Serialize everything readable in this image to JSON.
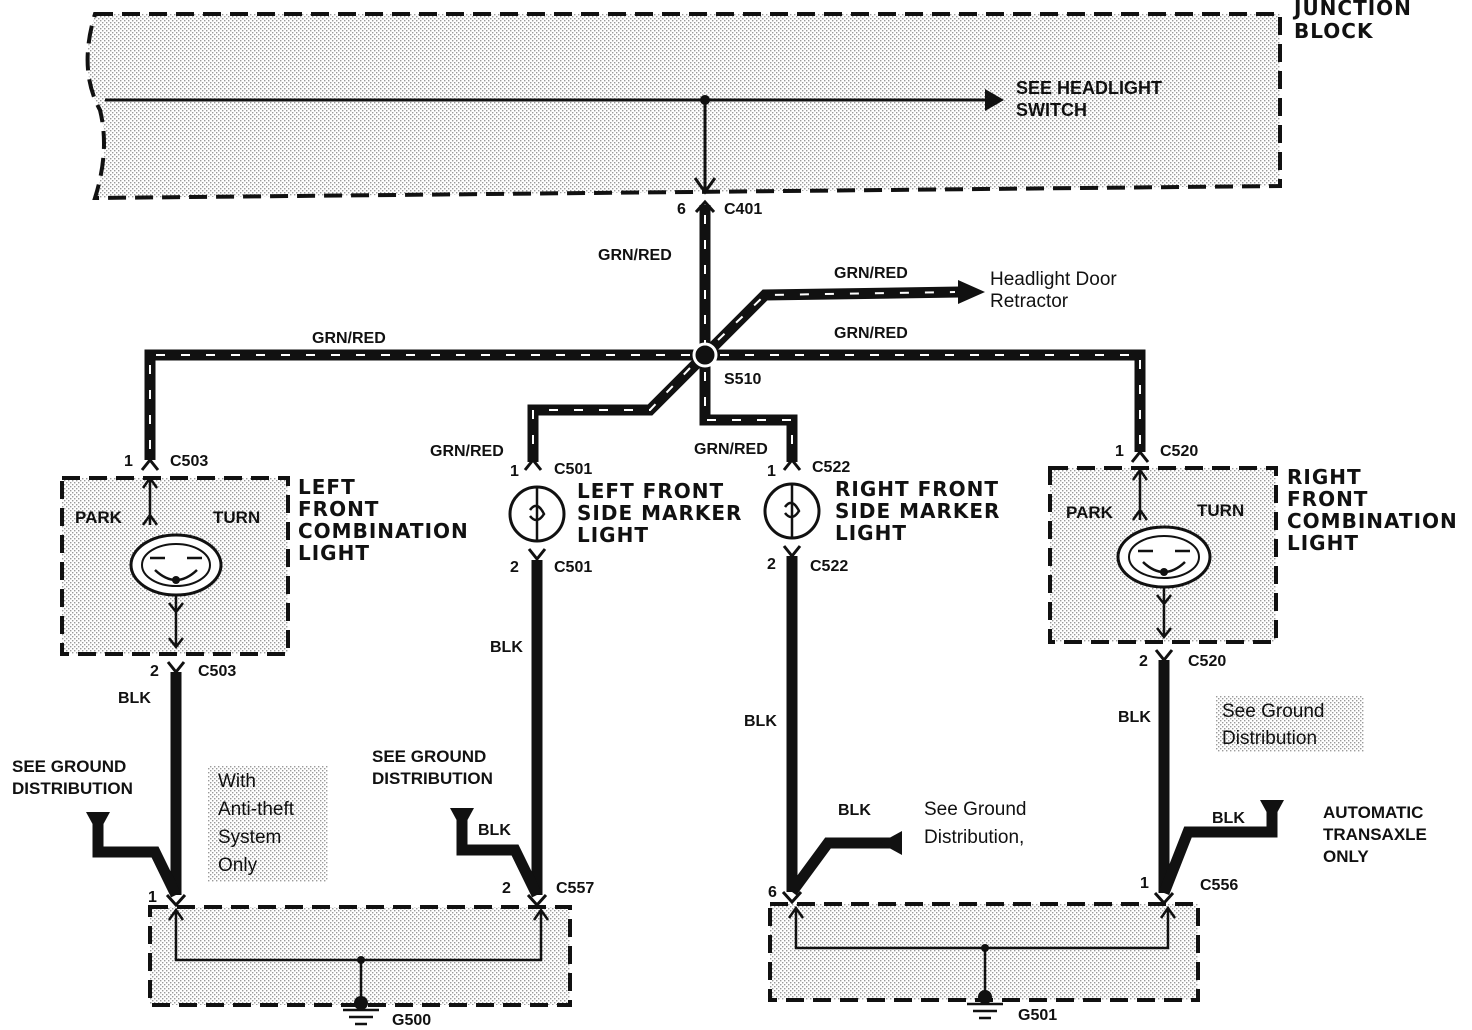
{
  "junction_block": {
    "title_line1": "JUNCTION",
    "title_line2": "BLOCK",
    "headlight_switch_line1": "SEE HEADLIGHT",
    "headlight_switch_line2": "SWITCH"
  },
  "connectors": {
    "c401": "C401",
    "c401_pin": "6",
    "s510": "S510",
    "c503_top": "C503",
    "c503_top_pin": "1",
    "c503_bot": "C503",
    "c503_bot_pin": "2",
    "c501_top": "C501",
    "c501_top_pin": "1",
    "c501_bot": "C501",
    "c501_bot_pin": "2",
    "c522_top": "C522",
    "c522_top_pin": "1",
    "c522_bot": "C522",
    "c522_bot_pin": "2",
    "c520_top": "C520",
    "c520_top_pin": "1",
    "c520_bot": "C520",
    "c520_bot_pin": "2",
    "c557": "C557",
    "c557_pin1": "1",
    "c557_pin2": "2",
    "c556": "C556",
    "c556_pin6": "6",
    "c556_pin1": "1",
    "g500": "G500",
    "g501": "G501"
  },
  "wires": {
    "grn_red_main": "GRN/RED",
    "grn_red_retractor": "GRN/RED",
    "grn_red_left": "GRN/RED",
    "grn_red_right": "GRN/RED",
    "grn_red_lsm": "GRN/RED",
    "grn_red_rsm": "GRN/RED",
    "blk_left_combo": "BLK",
    "blk_lsm": "BLK",
    "blk_rsm": "BLK",
    "blk_right_combo": "BLK",
    "blk_gd_left": "BLK",
    "blk_gd_right": "BLK",
    "blk_auto": "BLK"
  },
  "retractor": {
    "line1": "Headlight Door",
    "line2": "Retractor"
  },
  "left_combo": {
    "line1": "LEFT",
    "line2": "FRONT",
    "line3": "COMBINATION",
    "line4": "LIGHT",
    "park": "PARK",
    "turn": "TURN"
  },
  "left_marker": {
    "line1": "LEFT FRONT",
    "line2": "SIDE MARKER",
    "line3": "LIGHT"
  },
  "right_marker": {
    "line1": "RIGHT FRONT",
    "line2": "SIDE MARKER",
    "line3": "LIGHT"
  },
  "right_combo": {
    "line1": "RIGHT",
    "line2": "FRONT",
    "line3": "COMBINATION",
    "line4": "LIGHT",
    "park": "PARK",
    "turn": "TURN"
  },
  "notes": {
    "see_gd_left_1": "SEE GROUND",
    "see_gd_left_2": "DISTRIBUTION",
    "see_gd_mid_1": "SEE GROUND",
    "see_gd_mid_2": "DISTRIBUTION",
    "antitheft_1": "With",
    "antitheft_2": "Anti-theft",
    "antitheft_3": "System",
    "antitheft_4": "Only",
    "see_gd_right_1": "See Ground",
    "see_gd_right_2": "Distribution,",
    "see_gd_far_1": "See Ground",
    "see_gd_far_2": "Distribution",
    "auto_1": "AUTOMATIC",
    "auto_2": "TRANSAXLE",
    "auto_3": "ONLY"
  }
}
